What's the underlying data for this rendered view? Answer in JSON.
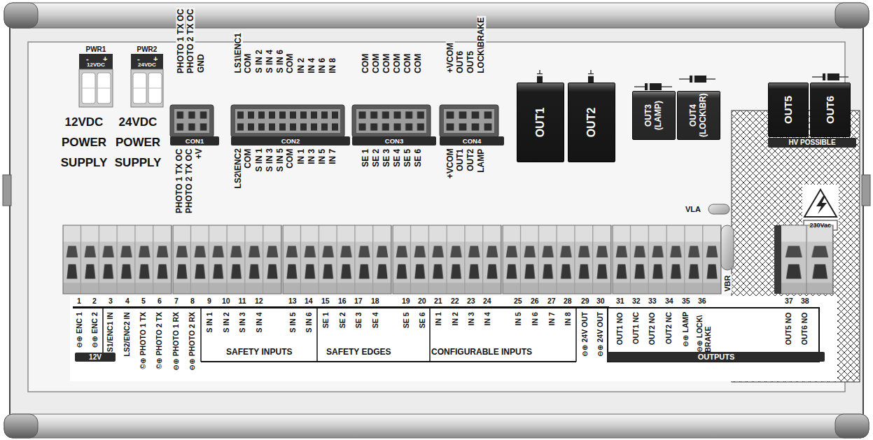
{
  "diagram": {
    "nodes": [
      {
        "text": [
          "CON1"
        ]
      },
      {
        "text": [
          "CON2"
        ]
      },
      {
        "text": [
          "CON3"
        ]
      },
      {
        "text": [
          "CON4"
        ]
      },
      {
        "text": [
          "OUT1"
        ]
      },
      {
        "text": [
          "OUT2"
        ]
      },
      {
        "text": [
          "OUT3 (LAMP)"
        ]
      },
      {
        "text": [
          "OUT4 (LOCK\\BR)"
        ]
      },
      {
        "text": [
          "OUT5"
        ]
      },
      {
        "text": [
          "OUT6"
        ]
      },
      {
        "text": [
          "HV POSSIBLE"
        ]
      },
      {
        "text": [
          "12V"
        ]
      },
      {
        "text": [
          "OUTPUTS"
        ]
      }
    ],
    "labels": [
      "PHOTO 1 TX OC",
      "PHOTO 2 TX OC",
      "GND",
      "LS1\\ENC1",
      "COM",
      "S IN 2",
      "S IN 4",
      "S IN 6",
      "COM",
      "IN 2",
      "IN 4",
      "IN 6",
      "IN 8",
      "COM",
      "COM",
      "COM",
      "COM",
      "COM",
      "COM",
      "+VCOM",
      "OUT6",
      "OUT5",
      "LOCK\\BRAKE",
      "PWR1",
      "-",
      "+",
      "12VDC",
      "PWR2",
      "-",
      "+",
      "24VDC",
      "PHOTO 1 TX OC",
      "PHOTO 2 TX OC",
      "+V",
      "LS2\\ENC2",
      "COM",
      "S IN 1",
      "S IN 3",
      "S IN 5",
      "COM",
      "IN 1",
      "IN 3",
      "IN 5",
      "IN 7",
      "SE 1",
      "SE 2",
      "SE 3",
      "SE 4",
      "SE 5",
      "SE 6",
      "+VCOM",
      "OUT1",
      "OUT2",
      "LAMP",
      "12VDC POWER SUPPLY",
      "24VDC POWER SUPPLY",
      "VLA",
      "230Vac",
      "VBR",
      "1",
      "2",
      "3",
      "4",
      "5",
      "6",
      "7",
      "8",
      "9",
      "10",
      "11",
      "12",
      "13",
      "14",
      "15",
      "16",
      "17",
      "18",
      "19",
      "20",
      "21",
      "22",
      "23",
      "24",
      "25",
      "26",
      "27",
      "28",
      "29",
      "30",
      "31",
      "32",
      "33",
      "34",
      "35",
      "36",
      "37",
      "38",
      "⊖⊕ ENC 1",
      "⊖⊕ ENC 2",
      "LS1/ENC1 IN",
      "LS2/ENC2 IN",
      "©⊕ PHOTO 1 TX",
      "©⊕ PHOTO 2 TX",
      "⊖⊕ PHOTO 1 RX",
      "⊖⊕ PHOTO 2 RX",
      "S IN 1",
      "S IN 2",
      "S IN 3",
      "S IN 4",
      "S IN 5",
      "S IN 6",
      "SE 1",
      "SE 2",
      "SE 3",
      "SE 4",
      "SE 5",
      "SE 6",
      "IN 1",
      "IN 2",
      "IN 3",
      "IN 4",
      "IN 5",
      "IN 6",
      "IN 7",
      "IN 8",
      "⊖⊕ 24V OUT",
      "⊖⊕ 24V OUT",
      "OUT1 NO",
      "OUT1 NC",
      "OUT2 NO",
      "OUT2 NC",
      "⊖⊕ LAMP",
      "⊖⊕ LOCK\\ BRAKE",
      "OUT5 NO",
      "OUT6 NO",
      "SAFETY INPUTS",
      "SAFETY EDGES",
      "CONFIGURABLE INPUTS"
    ]
  }
}
